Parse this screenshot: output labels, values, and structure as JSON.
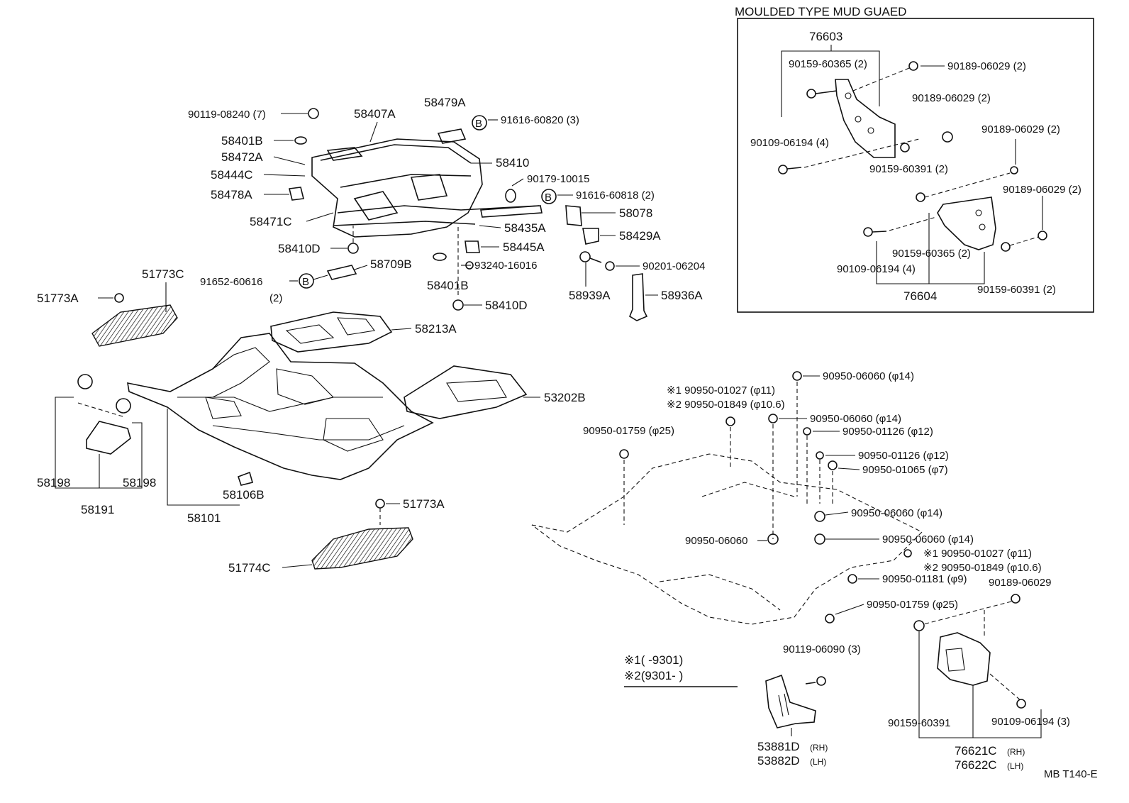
{
  "inset": {
    "title": "MOULDED TYPE  MUD  GUAED"
  },
  "labels": {
    "p76603": "76603",
    "p90159_60365_a": "90159-60365 (2)",
    "p90189_06029_a": "90189-06029 (2)",
    "p90189_06029_b": "90189-06029 (2)",
    "p90109_06194_a": "90109-06194 (4)",
    "p90189_06029_c": "90189-06029 (2)",
    "p90159_60391_a": "90159-60391 (2)",
    "p90189_06029_d": "90189-06029 (2)",
    "p90159_60365_b": "90159-60365 (2)",
    "p90109_06194_b": "90109-06194 (4)",
    "p76604": "76604",
    "p90159_60391_b": "90159-60391 (2)",
    "p90119_08240": "90119-08240 (7)",
    "p58407A": "58407A",
    "p58479A": "58479A",
    "p91616_60820": "91616-60820 (3)",
    "p58401B_a": "58401B",
    "p58472A": "58472A",
    "p58410": "58410",
    "p58444C": "58444C",
    "p90179_10015": "90179-10015",
    "p58478A": "58478A",
    "p91616_60818": "91616-60818 (2)",
    "p58078": "58078",
    "p58471C": "58471C",
    "p58435A": "58435A",
    "p58429A": "58429A",
    "p58410D_a": "58410D",
    "p58445A": "58445A",
    "p58709B": "58709B",
    "p93240_16016": "93240-16016",
    "p90201_06204": "90201-06204",
    "p91652_60616": "91652-60616",
    "p91652_qty": "(2)",
    "p58401B_b": "58401B",
    "p58939A": "58939A",
    "p58936A": "58936A",
    "p58410D_b": "58410D",
    "p51773C": "51773C",
    "p51773A_a": "51773A",
    "p58213A": "58213A",
    "p53202B": "53202B",
    "p58198_a": "58198",
    "p58198_b": "58198",
    "p58191": "58191",
    "p58106B": "58106B",
    "p58101": "58101",
    "p51773A_b": "51773A",
    "p51774C": "51774C",
    "p90950_06060_a": "90950-06060 (φ14)",
    "p90950_01027_a": "※1 90950-01027 (φ11)",
    "p90950_01849_a": "※2 90950-01849 (φ10.6)",
    "p90950_06060_b": "90950-06060 (φ14)",
    "p90950_01759_a": "90950-01759 (φ25)",
    "p90950_01126_a": "90950-01126 (φ12)",
    "p90950_01126_b": "90950-01126 (φ12)",
    "p90950_01065": "90950-01065 (φ7)",
    "p90950_06060_c": "90950-06060 (φ14)",
    "p90950_06060_d": "90950-06060",
    "p90950_06060_e": "90950-06060 (φ14)",
    "p90950_01027_b": "※1 90950-01027 (φ11)",
    "p90950_01849_b": "※2 90950-01849 (φ10.6)",
    "p90950_01181": "90950-01181 (φ9)",
    "p90189_06029_e": "90189-06029",
    "p90950_01759_b": "90950-01759 (φ25)",
    "note1": "※1(          -9301)",
    "note2": "※2(9301-          )",
    "p90119_06090": "90119-06090 (3)",
    "p53881D": "53881D",
    "p53881D_side": "(RH)",
    "p53882D": "53882D",
    "p53882D_side": "(LH)",
    "p90159_60391_c": "90159-60391",
    "p90109_06194_c": "90109-06194 (3)",
    "p76621C": "76621C",
    "p76621C_side": "(RH)",
    "p76622C": "76622C",
    "p76622C_side": "(LH)",
    "diagram_code": "MB T140-E",
    "b_mark": "B"
  }
}
